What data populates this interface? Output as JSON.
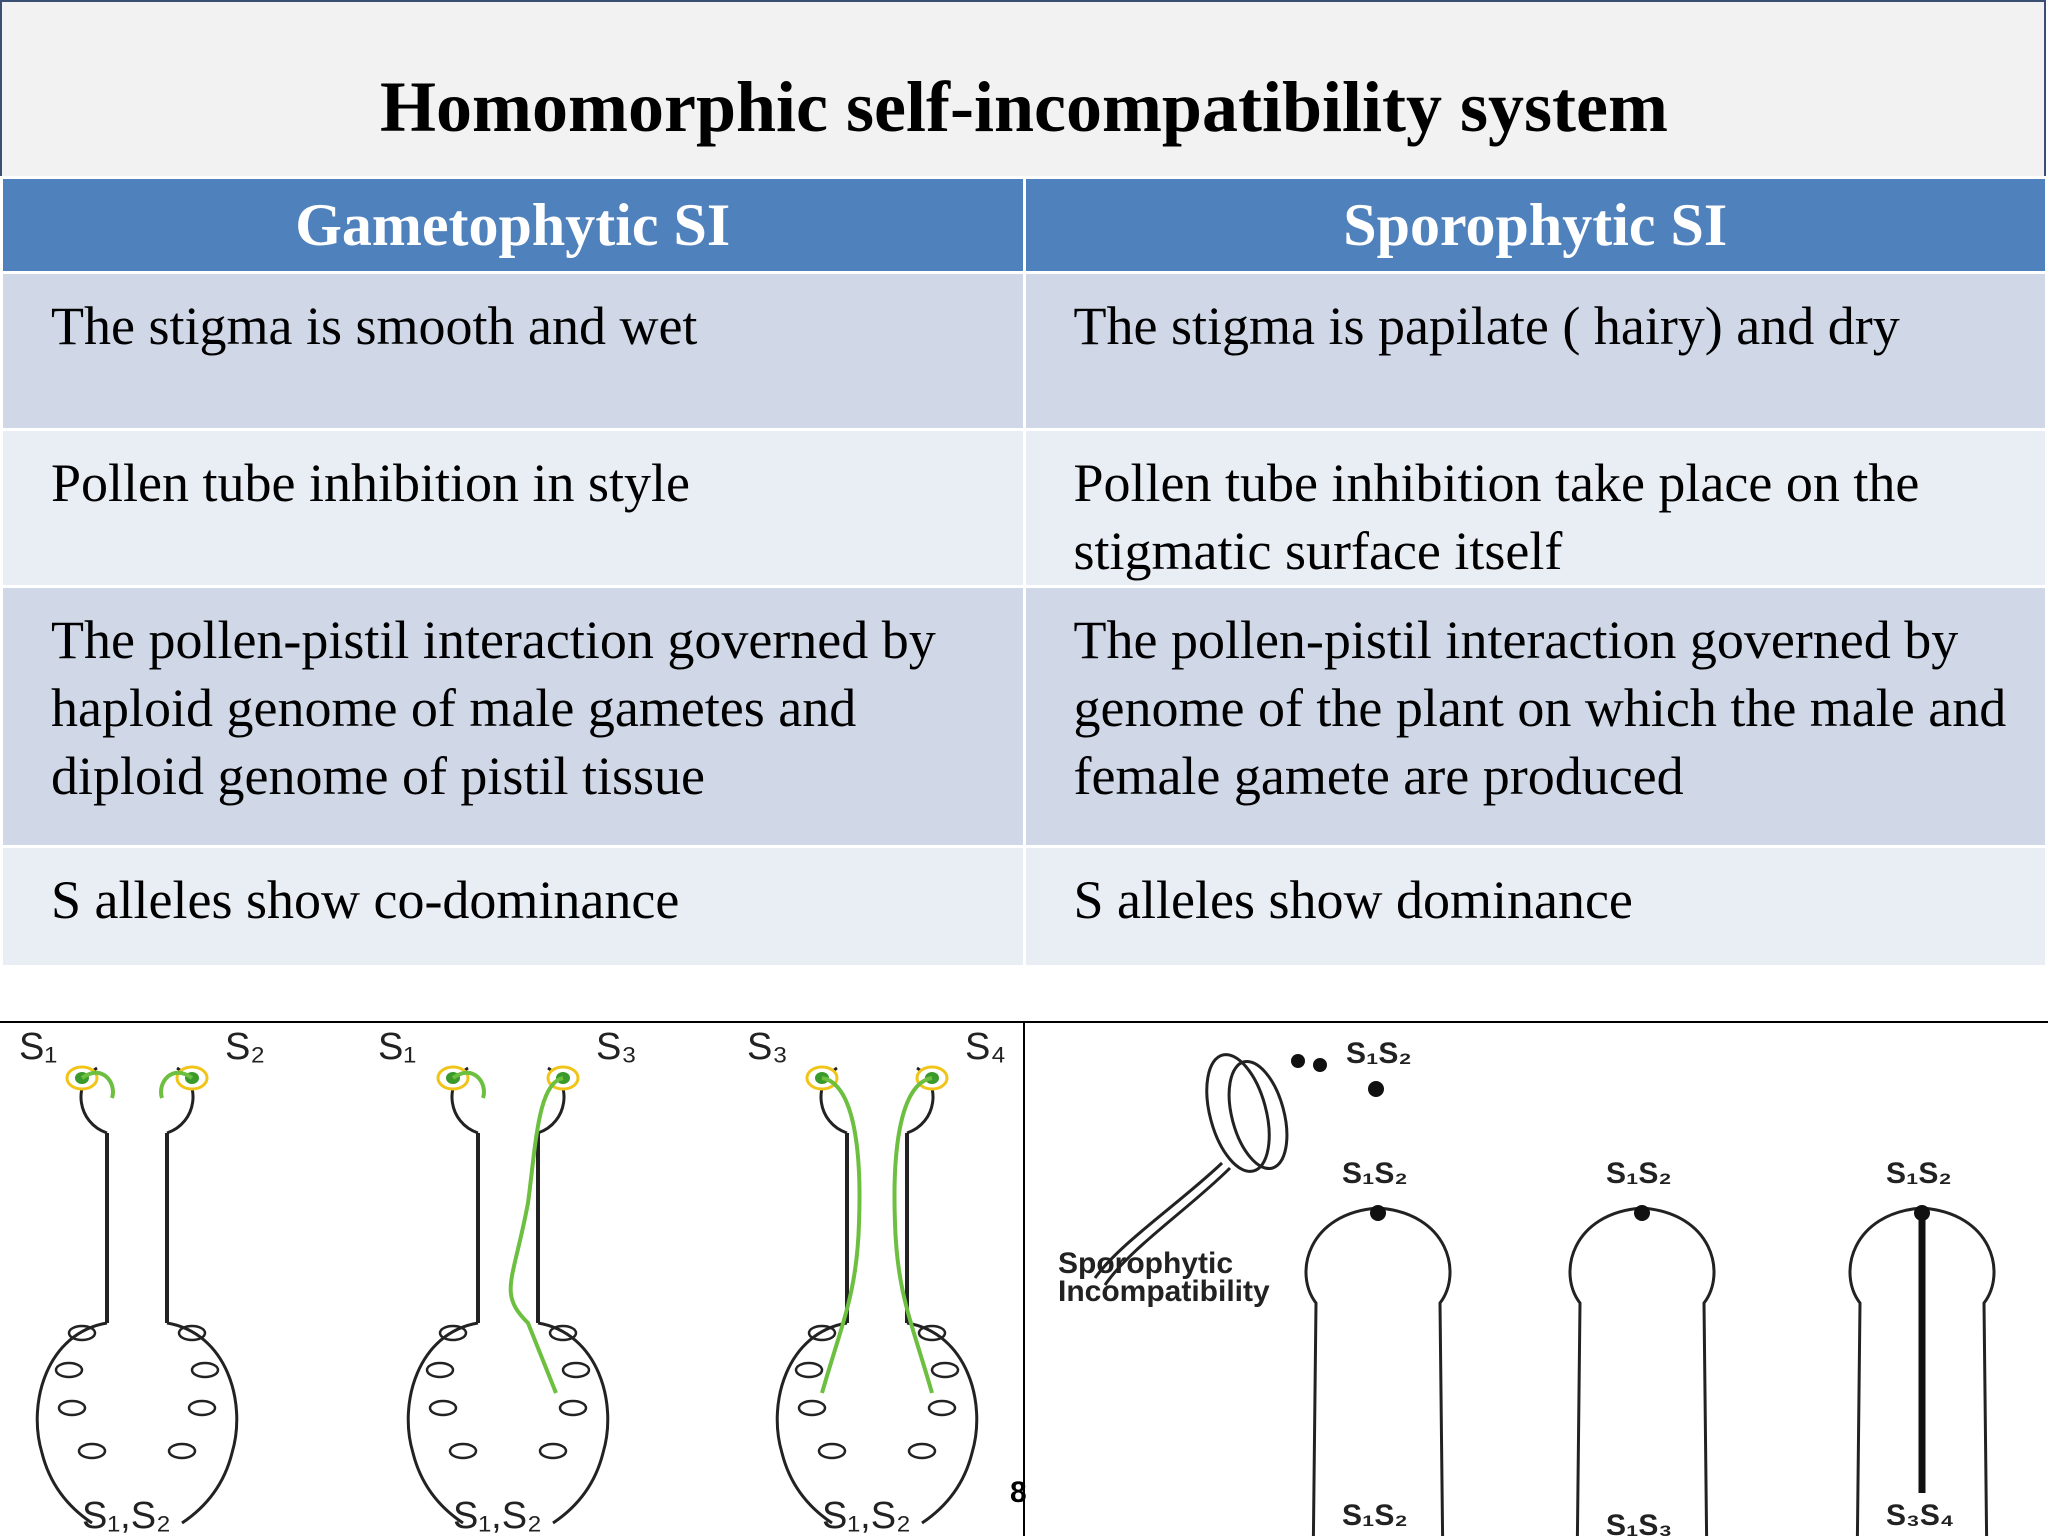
{
  "title": "Homomorphic self-incompatibility system",
  "table": {
    "headers": [
      "Gametophytic  SI",
      "Sporophytic  SI"
    ],
    "rows": [
      [
        "The stigma is smooth and wet",
        "The stigma is papilate ( hairy) and dry"
      ],
      [
        "Pollen tube inhibition in style",
        "Pollen tube inhibition take place on the stigmatic surface itself"
      ],
      [
        "The pollen-pistil interaction governed by haploid genome of male gametes and diploid genome of pistil tissue",
        "The pollen-pistil interaction governed by genome of the plant on which the male and female gamete are produced"
      ],
      [
        "S alleles show co-dominance",
        "S alleles show dominance"
      ]
    ]
  },
  "gametophytic_figure": {
    "pistils": [
      {
        "pollen_left": "S₁",
        "pollen_right": "S₂",
        "genotype": "S₁,S₂"
      },
      {
        "pollen_left": "S₁",
        "pollen_right": "S₃",
        "genotype": "S₁,S₂"
      },
      {
        "pollen_left": "S₃",
        "pollen_right": "S₄",
        "genotype": "S₁,S₂"
      }
    ]
  },
  "sporophytic_figure": {
    "pollen_grain_label": "S₁S₂",
    "caption_line1": "Sporophytic",
    "caption_line2": "Incompatibility",
    "pistils": [
      {
        "pollen": "S₁S₂",
        "genotype": "S₁S₂"
      },
      {
        "pollen": "S₁S₂",
        "genotype": "S₁S₃"
      },
      {
        "pollen": "S₁S₂",
        "genotype": "S₃S₄"
      }
    ]
  },
  "page_number": "8",
  "colors": {
    "header_blue": "#4f81bd",
    "row_dark": "#d0d8e8",
    "row_light": "#e9edf4",
    "pollen_tube_green": "#6cbf3f",
    "pollen_ring": "#f0c419"
  }
}
